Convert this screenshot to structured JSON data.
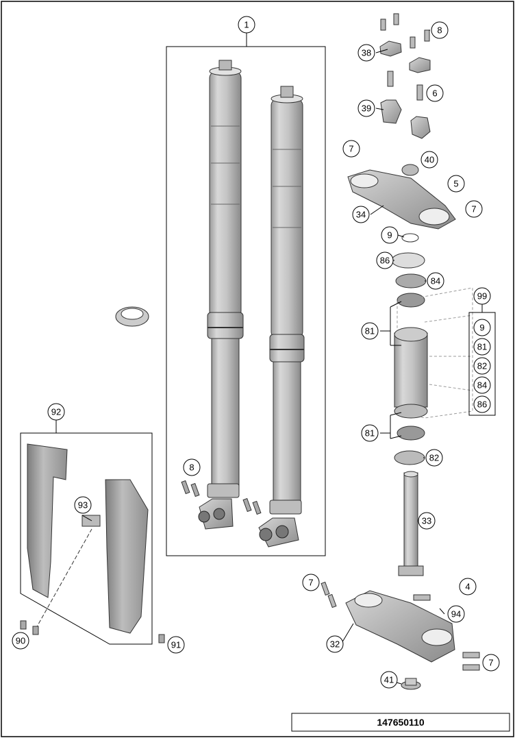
{
  "drawing_number": "147650110",
  "callouts": [
    "1",
    "8",
    "38",
    "6",
    "39",
    "7",
    "40",
    "5",
    "34",
    "7",
    "9",
    "86",
    "84",
    "99",
    "9",
    "81",
    "82",
    "84",
    "86",
    "81",
    "81",
    "82",
    "33",
    "8",
    "92",
    "93",
    "7",
    "4",
    "94",
    "32",
    "7",
    "41",
    "90",
    "91"
  ]
}
